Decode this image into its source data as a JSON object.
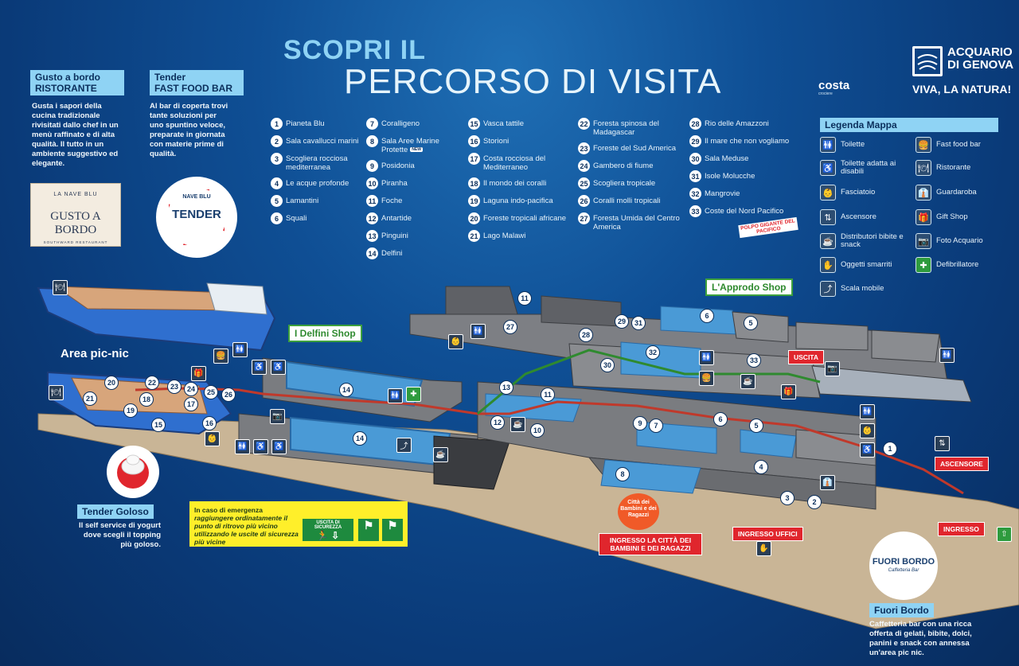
{
  "title": {
    "line1": "SCOPRI IL",
    "line2": "PERCORSO DI VISITA"
  },
  "blocks": {
    "gusto": {
      "label1": "Gusto a bordo",
      "label2": "RISTORANTE",
      "text": "Gusta i sapori della cucina tradizionale rivisitati dallo chef in un menù raffinato e di alta qualità. Il tutto in un ambiente suggestivo ed elegante.",
      "logo_top": "LA NAVE BLU",
      "logo_main": "GUSTO A BORDO",
      "logo_sub": "SOUTHWARD RESTAURANT"
    },
    "tender": {
      "label1": "Tender",
      "label2": "FAST FOOD BAR",
      "text": "Al bar di coperta trovi tante soluzioni per uno spuntino veloce, preparate in giornata con materie prime di qualità.",
      "ring_top": "NAVE BLU",
      "ring_main": "TENDER"
    },
    "tender_goloso": {
      "label": "Tender Goloso",
      "text": "Il self service di yogurt dove scegli il topping più goloso."
    },
    "fuori_bordo": {
      "label": "Fuori Bordo",
      "text": "Caffetteria bar con una ricca offerta di gelati, bibite, dolci, panini e snack con annessa un'area pic nic.",
      "logo_main": "FUORI BORDO",
      "logo_sub": "Caffetteria Bar"
    }
  },
  "brand": {
    "line1": "ACQUARIO",
    "line2": "DI GENOVA",
    "tagline": "VIVA, LA NATURA!",
    "partner": "costa",
    "partner_sub": "crociere"
  },
  "list_col1": [
    {
      "n": "1",
      "label": "Pianeta Blu"
    },
    {
      "n": "2",
      "label": "Sala cavallucci marini"
    },
    {
      "n": "3",
      "label": "Scogliera rocciosa mediterranea"
    },
    {
      "n": "4",
      "label": "Le acque profonde"
    },
    {
      "n": "5",
      "label": "Lamantini"
    },
    {
      "n": "6",
      "label": "Squali"
    }
  ],
  "list_col2": [
    {
      "n": "7",
      "label": "Coralligeno"
    },
    {
      "n": "8",
      "label": "Sala Aree Marine Protette"
    },
    {
      "n": "9",
      "label": "Posidonia"
    },
    {
      "n": "10",
      "label": "Piranha"
    },
    {
      "n": "11",
      "label": "Foche"
    },
    {
      "n": "12",
      "label": "Antartide"
    },
    {
      "n": "13",
      "label": "Pinguini"
    },
    {
      "n": "14",
      "label": "Delfini"
    }
  ],
  "list_col3": [
    {
      "n": "15",
      "label": "Vasca tattile"
    },
    {
      "n": "16",
      "label": "Storioni"
    },
    {
      "n": "17",
      "label": "Costa rocciosa del Mediterraneo"
    },
    {
      "n": "18",
      "label": "Il mondo dei coralli"
    },
    {
      "n": "19",
      "label": "Laguna indo-pacifica"
    },
    {
      "n": "20",
      "label": "Foreste tropicali africane"
    },
    {
      "n": "21",
      "label": "Lago Malawi"
    }
  ],
  "list_col4": [
    {
      "n": "22",
      "label": "Foresta spinosa del Madagascar"
    },
    {
      "n": "23",
      "label": "Foreste del Sud America"
    },
    {
      "n": "24",
      "label": "Gambero di fiume"
    },
    {
      "n": "25",
      "label": "Scogliera tropicale"
    },
    {
      "n": "26",
      "label": "Coralli molli tropicali"
    },
    {
      "n": "27",
      "label": "Foresta Umida del Centro America"
    }
  ],
  "list_col5": [
    {
      "n": "28",
      "label": "Rio delle Amazzoni"
    },
    {
      "n": "29",
      "label": "Il mare che non vogliamo"
    },
    {
      "n": "30",
      "label": "Sala Meduse"
    },
    {
      "n": "31",
      "label": "Isole Molucche"
    },
    {
      "n": "32",
      "label": "Mangrovie"
    },
    {
      "n": "33",
      "label": "Coste del Nord Pacifico"
    }
  ],
  "new_badge": "NEW",
  "polpo": "POLPO GIGANTE DEL PACIFICO",
  "legend": {
    "title": "Legenda Mappa",
    "items": [
      {
        "icon": "toilet-icon",
        "glyph": "🚻",
        "label": "Toilette"
      },
      {
        "icon": "fast-food-icon",
        "glyph": "🍔",
        "label": "Fast food bar"
      },
      {
        "icon": "accessible-toilet-icon",
        "glyph": "♿",
        "label": "Toilette adatta ai disabili"
      },
      {
        "icon": "restaurant-icon",
        "glyph": "🍽",
        "label": "Ristorante"
      },
      {
        "icon": "baby-change-icon",
        "glyph": "👶",
        "label": "Fasciatoio"
      },
      {
        "icon": "cloakroom-icon",
        "glyph": "👔",
        "label": "Guardaroba"
      },
      {
        "icon": "elevator-icon",
        "glyph": "⇅",
        "label": "Ascensore"
      },
      {
        "icon": "gift-shop-icon",
        "glyph": "🎁",
        "label": "Gift Shop"
      },
      {
        "icon": "vending-icon",
        "glyph": "☕",
        "label": "Distributori bibite e snack"
      },
      {
        "icon": "camera-icon",
        "glyph": "📷",
        "label": "Foto Acquario"
      },
      {
        "icon": "lost-found-icon",
        "glyph": "✋",
        "label": "Oggetti smarriti"
      },
      {
        "icon": "defibrillator-icon",
        "glyph": "✚",
        "label": "Defibrillatore"
      },
      {
        "icon": "escalator-icon",
        "glyph": "⤴",
        "label": "Scala mobile"
      }
    ]
  },
  "map": {
    "area_picnic": "Area pic-nic",
    "shop_delfini": "I Delfini Shop",
    "shop_approdo": "L'Approdo Shop",
    "uscita": "USCITA",
    "ascensore": "ASCENSORE",
    "ingresso": "INGRESSO",
    "ingresso_uffici": "INGRESSO UFFICI",
    "ingresso_citta": "INGRESSO LA CITTÀ DEI BAMBINI E DEI RAGAZZI",
    "citta_logo": "Città dei Bambini e dei Ragazzi"
  },
  "emergency": {
    "title": "In caso di emergenza",
    "text": "raggiungere ordinatamente il punto di ritrovo più vicino utilizzando le uscite di sicurezza più vicine",
    "sign": "USCITA DI SICUREZZA"
  }
}
